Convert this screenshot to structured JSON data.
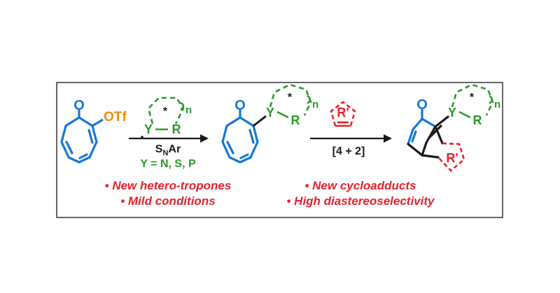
{
  "colors": {
    "blue": "#1577d6",
    "green": "#2a9a2a",
    "orange": "#f08c00",
    "red": "#e8202a",
    "black": "#1a1a1a",
    "frame": "#333333"
  },
  "molecule1": {
    "carbonyl_o": "O",
    "leaving_group": "OTf"
  },
  "reagent1": {
    "y": "Y",
    "r": "R",
    "star": "*",
    "n": "n"
  },
  "arrow1": {
    "line1_main": "S",
    "line1_sub": "N",
    "line1_tail": "Ar",
    "line2": "Y = N, S, P"
  },
  "molecule2": {
    "carbonyl_o": "O",
    "y": "Y",
    "r": "R",
    "star": "*",
    "n": "n"
  },
  "reagent2": {
    "label": "R'"
  },
  "arrow2": {
    "label": "[4 + 2]"
  },
  "molecule3": {
    "carbonyl_o": "O",
    "y": "Y",
    "r": "R",
    "star": "*",
    "n": "n",
    "ring_label": "R'"
  },
  "notes_left": [
    "• New hetero-tropones",
    "• Mild conditions"
  ],
  "notes_right": [
    "• New cycloadducts",
    "• High diastereoselectivity"
  ]
}
